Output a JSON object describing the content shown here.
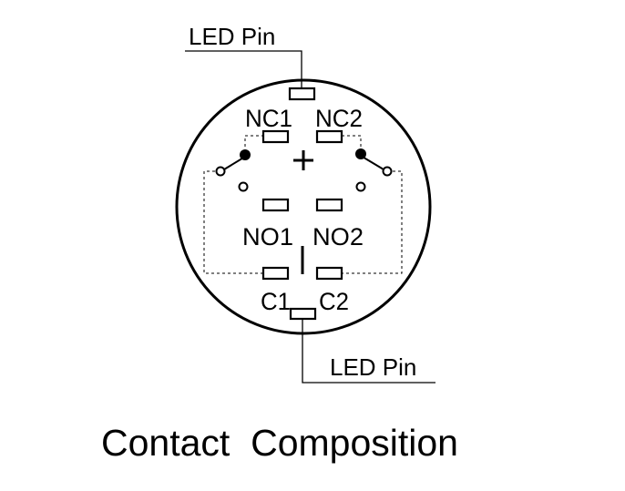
{
  "diagram": {
    "labels": {
      "led_pin_top": "LED Pin",
      "led_pin_bottom": "LED Pin",
      "nc1": "NC1",
      "nc2": "NC2",
      "no1": "NO1",
      "no2": "NO2",
      "c1": "C1",
      "c2": "C2"
    },
    "caption": "Contact  Composition",
    "symbols": {
      "anode": "plus-sign",
      "cathode": "minus-bar"
    }
  }
}
